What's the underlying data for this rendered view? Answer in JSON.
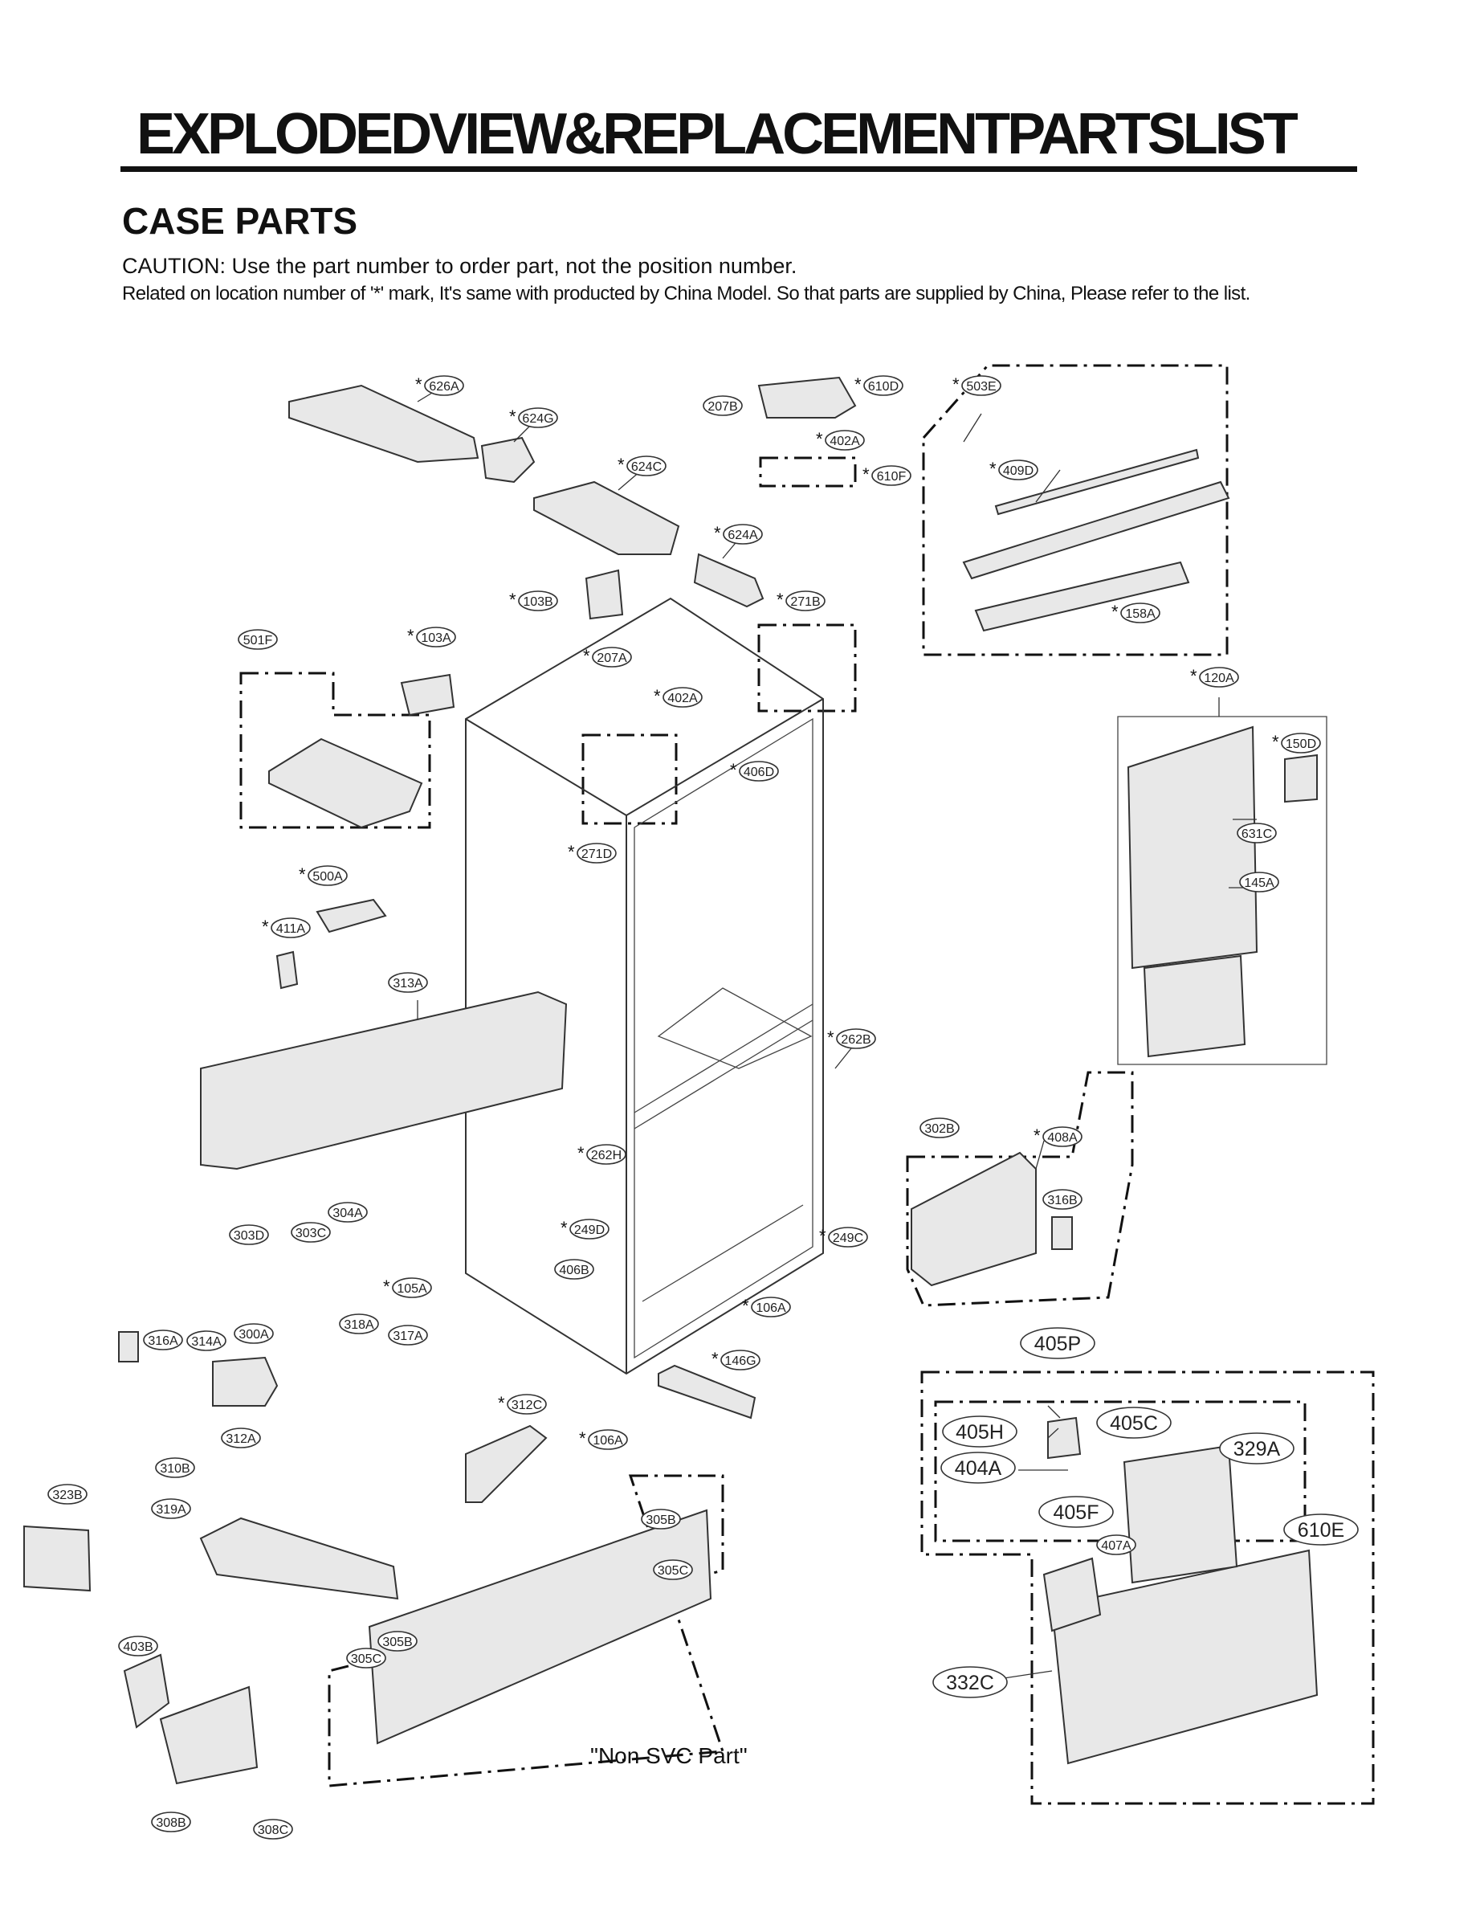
{
  "page": {
    "title": "EXPLODEDVIEW&REPLACEMENTPARTSLIST",
    "section": "CASE PARTS",
    "caution": "CAUTION: Use the part number to order part, not the position number.",
    "note": "Related on location number of '*' mark, It's same with producted by China Model. So that parts are supplied by China, Please refer to the list.",
    "non_svc_label": "\"Non SVC Part\""
  },
  "callouts": [
    {
      "id": "626A",
      "star": true
    },
    {
      "id": "624G",
      "star": true
    },
    {
      "id": "624C",
      "star": true
    },
    {
      "id": "624A",
      "star": true
    },
    {
      "id": "207B",
      "star": false
    },
    {
      "id": "610D",
      "star": true
    },
    {
      "id": "402A",
      "star": true
    },
    {
      "id": "610F",
      "star": true
    },
    {
      "id": "503E",
      "star": true
    },
    {
      "id": "409D",
      "star": true
    },
    {
      "id": "158A",
      "star": true
    },
    {
      "id": "103B",
      "star": true
    },
    {
      "id": "271B",
      "star": true
    },
    {
      "id": "501F",
      "star": false
    },
    {
      "id": "103A",
      "star": true
    },
    {
      "id": "207A",
      "star": true
    },
    {
      "id": "402A",
      "star": true
    },
    {
      "id": "406D",
      "star": true
    },
    {
      "id": "271D",
      "star": true
    },
    {
      "id": "120A",
      "star": true
    },
    {
      "id": "150D",
      "star": true
    },
    {
      "id": "631C",
      "star": false
    },
    {
      "id": "145A",
      "star": false
    },
    {
      "id": "500A",
      "star": true
    },
    {
      "id": "411A",
      "star": true
    },
    {
      "id": "313A",
      "star": false
    },
    {
      "id": "262B",
      "star": true
    },
    {
      "id": "302B",
      "star": false
    },
    {
      "id": "408A",
      "star": true
    },
    {
      "id": "316B",
      "star": false
    },
    {
      "id": "262H",
      "star": true
    },
    {
      "id": "249D",
      "star": true
    },
    {
      "id": "249C",
      "star": true
    },
    {
      "id": "406B",
      "star": false
    },
    {
      "id": "106A",
      "star": true
    },
    {
      "id": "304A",
      "star": false
    },
    {
      "id": "303D",
      "star": false
    },
    {
      "id": "303C",
      "star": false
    },
    {
      "id": "105A",
      "star": true
    },
    {
      "id": "316A",
      "star": false
    },
    {
      "id": "314A",
      "star": false
    },
    {
      "id": "300A",
      "star": false
    },
    {
      "id": "318A",
      "star": false
    },
    {
      "id": "317A",
      "star": false
    },
    {
      "id": "146G",
      "star": true
    },
    {
      "id": "312C",
      "star": true
    },
    {
      "id": "106A",
      "star": true
    },
    {
      "id": "312A",
      "star": false
    },
    {
      "id": "310B",
      "star": false
    },
    {
      "id": "323B",
      "star": false
    },
    {
      "id": "319A",
      "star": false
    },
    {
      "id": "305B",
      "star": false
    },
    {
      "id": "305C",
      "star": false
    },
    {
      "id": "305B",
      "star": false
    },
    {
      "id": "305C",
      "star": false
    },
    {
      "id": "403B",
      "star": false
    },
    {
      "id": "308B",
      "star": false
    },
    {
      "id": "308C",
      "star": false
    },
    {
      "id": "405P",
      "star": false
    },
    {
      "id": "405H",
      "star": false
    },
    {
      "id": "405C",
      "star": false
    },
    {
      "id": "404A",
      "star": false
    },
    {
      "id": "329A",
      "star": false
    },
    {
      "id": "405F",
      "star": false
    },
    {
      "id": "407A",
      "star": false
    },
    {
      "id": "610E",
      "star": false
    },
    {
      "id": "332C",
      "star": false
    }
  ]
}
